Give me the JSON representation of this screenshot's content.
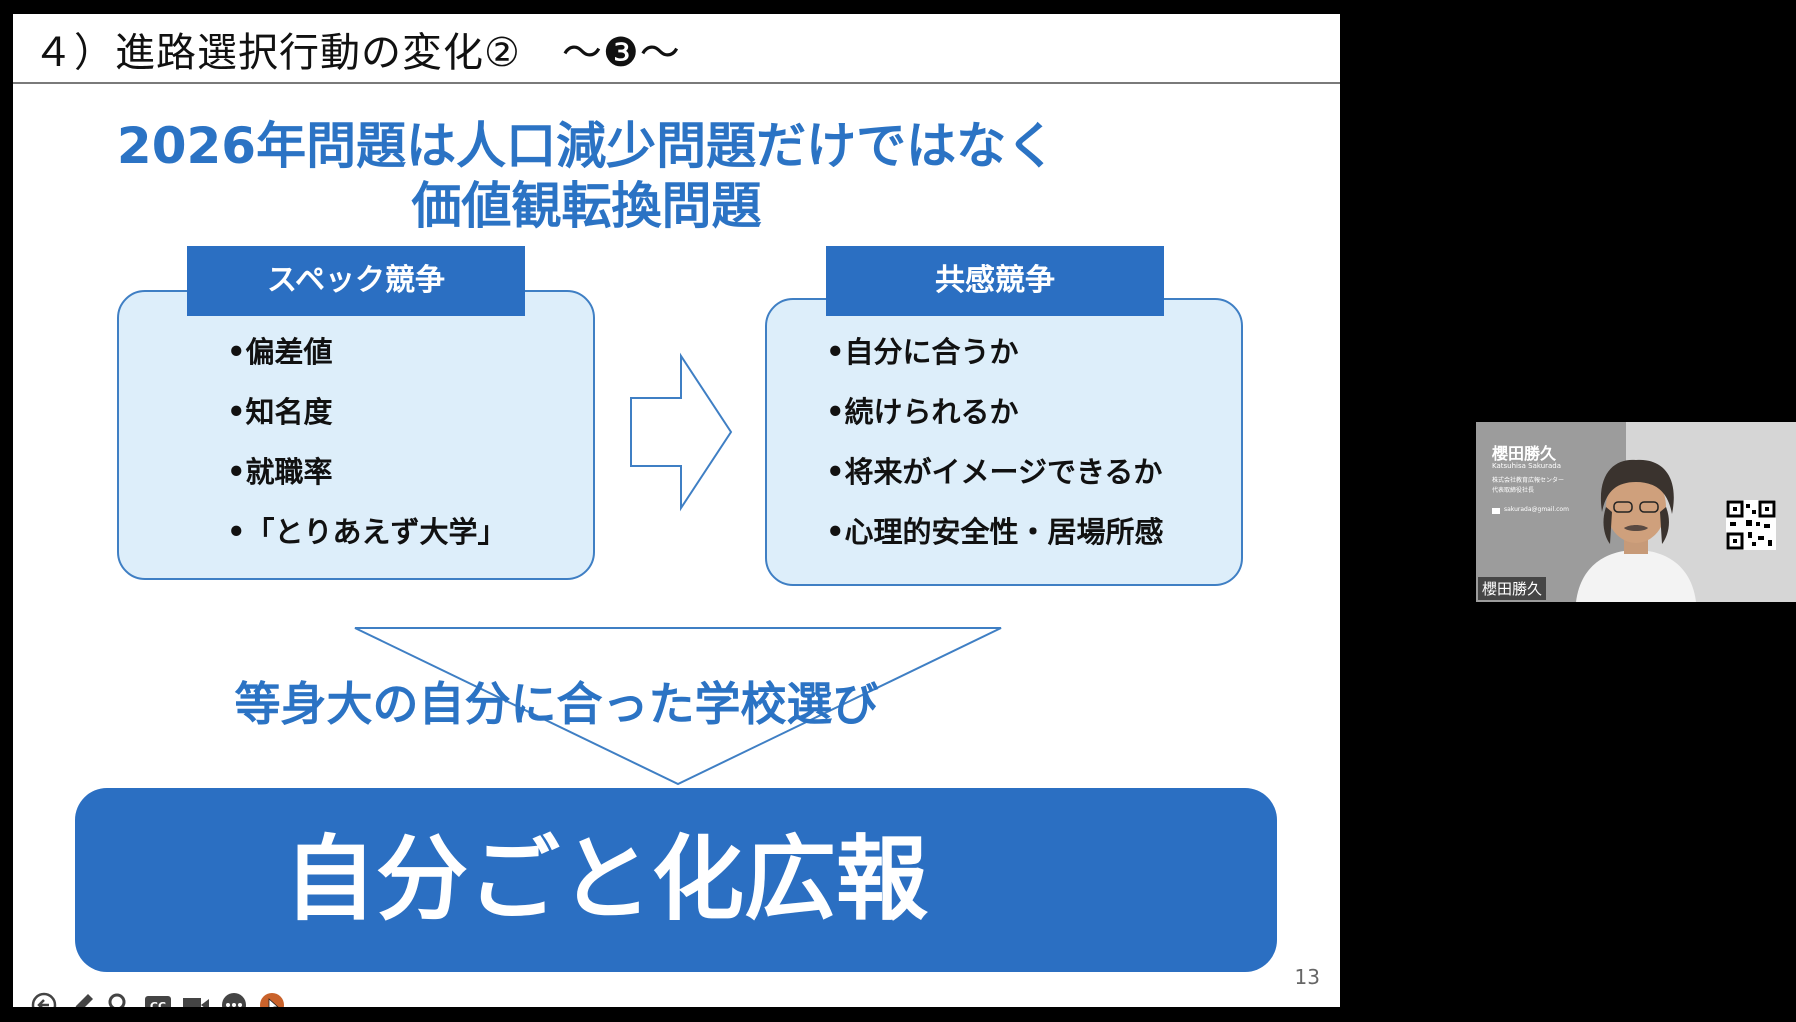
{
  "slide": {
    "title": "４）進路選択行動の変化②　～❸～",
    "headline_line1": "2026年問題は人口減少問題だけではなく",
    "headline_line2": "価値観転換問題",
    "left_panel": {
      "header": "スペック競争",
      "items": [
        "•偏差値",
        "•知名度",
        "•就職率",
        "•「とりあえず大学」"
      ]
    },
    "right_panel": {
      "header": "共感競争",
      "items": [
        "•自分に合うか",
        "•続けられるか",
        "•将来がイメージできるか",
        "•心理的安全性・居場所感"
      ]
    },
    "tagline": "等身大の自分に合った学校選び",
    "banner": "自分ごと化広報",
    "page_number": "13",
    "accent_color": "#2b6fc2"
  },
  "toolbar": {
    "icons": [
      "back-arrow-icon",
      "pen-icon",
      "zoom-icon",
      "captions-icon",
      "video-icon",
      "more-icon",
      "pointer-icon"
    ]
  },
  "video_tile": {
    "participant_name": "櫻田勝久",
    "card_name": "櫻田勝久",
    "card_romaji": "Katsuhisa Sakurada",
    "card_subtitle_1": "株式会社教育広報センター",
    "card_subtitle_2": "代表取締役社長",
    "card_email": "sakurada@gmail.com"
  }
}
